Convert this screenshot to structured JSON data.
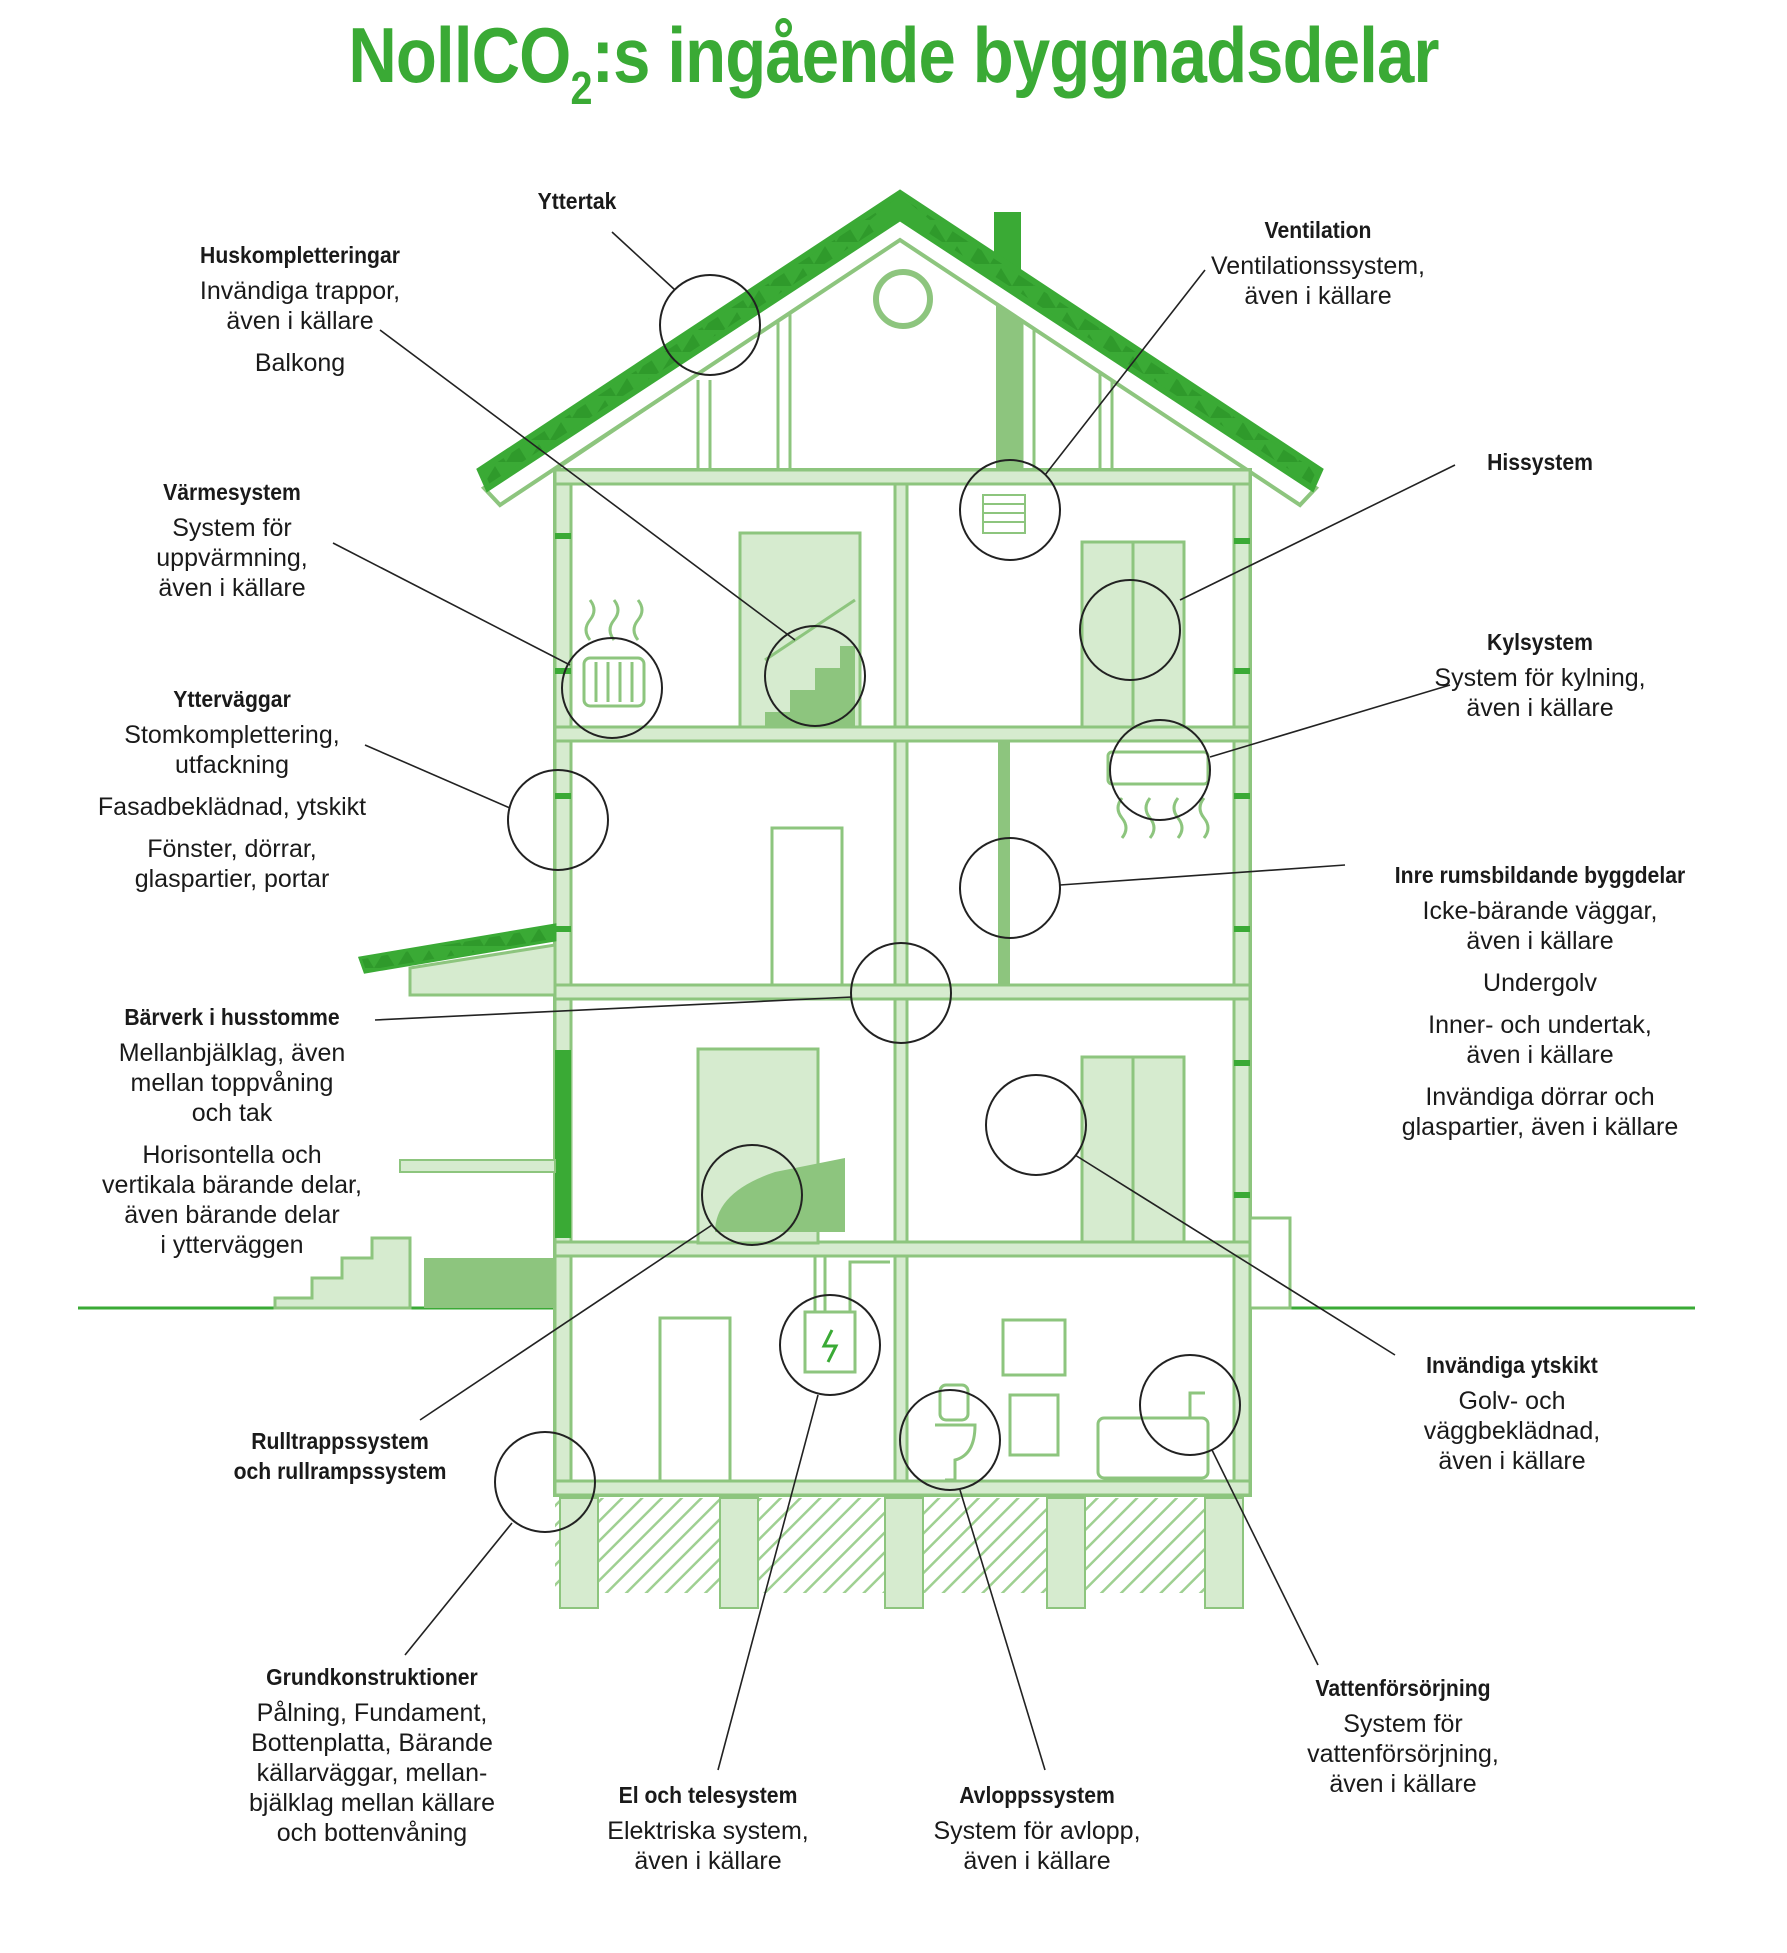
{
  "title": {
    "main": "NollCO",
    "sub": "2",
    "rest": ":s ingående byggnadsdelar"
  },
  "colors": {
    "accent": "#3aaa35",
    "mid": "#8dc57e",
    "light": "#d6ebcf",
    "line": "#222222"
  },
  "labels": [
    {
      "id": "yttertak",
      "heading": "Yttertak",
      "lines": []
    },
    {
      "id": "huskompletteringar",
      "heading": "Huskompletteringar",
      "lines": [
        "Invändiga trappor,",
        "även i källare",
        "",
        "Balkong"
      ]
    },
    {
      "id": "ventilation",
      "heading": "Ventilation",
      "lines": [
        "Ventilationssystem,",
        "även i källare"
      ]
    },
    {
      "id": "hissystem",
      "heading": "Hissystem",
      "lines": []
    },
    {
      "id": "varmesystem",
      "heading": "Värmesystem",
      "lines": [
        "System för",
        "uppvärmning,",
        "även i källare"
      ]
    },
    {
      "id": "kylsystem",
      "heading": "Kylsystem",
      "lines": [
        "System för kylning,",
        "även i källare"
      ]
    },
    {
      "id": "yttervaggar",
      "heading": "Ytterväggar",
      "lines": [
        "Stomkomplettering,",
        "utfackning",
        "",
        "Fasadbeklädnad, ytskikt",
        "",
        "Fönster, dörrar,",
        "glaspartier, portar"
      ]
    },
    {
      "id": "inre",
      "heading": "Inre rumsbildande byggdelar",
      "lines": [
        "Icke-bärande väggar,",
        "även i källare",
        "",
        "Undergolv",
        "",
        "Inner- och undertak,",
        "även i källare",
        "",
        "Invändiga dörrar och",
        "glaspartier, även i källare"
      ]
    },
    {
      "id": "barverk",
      "heading": "Bärverk i husstomme",
      "lines": [
        "Mellanbjälklag, även",
        "mellan toppvåning",
        "och tak",
        "",
        "Horisontella och",
        "vertikala bärande delar,",
        "även bärande delar",
        "i ytterväggen"
      ]
    },
    {
      "id": "invandiga",
      "heading": "Invändiga ytskikt",
      "lines": [
        "Golv- och",
        "väggbeklädnad,",
        "även i källare"
      ]
    },
    {
      "id": "rulltrapp",
      "heading": "Rulltrappssystem\noch rullrampssystem",
      "lines": []
    },
    {
      "id": "grund",
      "heading": "Grundkonstruktioner",
      "lines": [
        "Pålning, Fundament,",
        "Bottenplatta, Bärande",
        "källarväggar, mellan-",
        "bjälklag mellan källare",
        "och bottenvåning"
      ]
    },
    {
      "id": "vatten",
      "heading": "Vattenförsörjning",
      "lines": [
        "System för",
        "vattenförsörjning,",
        "även i källare"
      ]
    },
    {
      "id": "el",
      "heading": "El och telesystem",
      "lines": [
        "Elektriska system,",
        "även i källare"
      ]
    },
    {
      "id": "avlopp",
      "heading": "Avloppssystem",
      "lines": [
        "System för avlopp,",
        "även i källare"
      ]
    }
  ]
}
